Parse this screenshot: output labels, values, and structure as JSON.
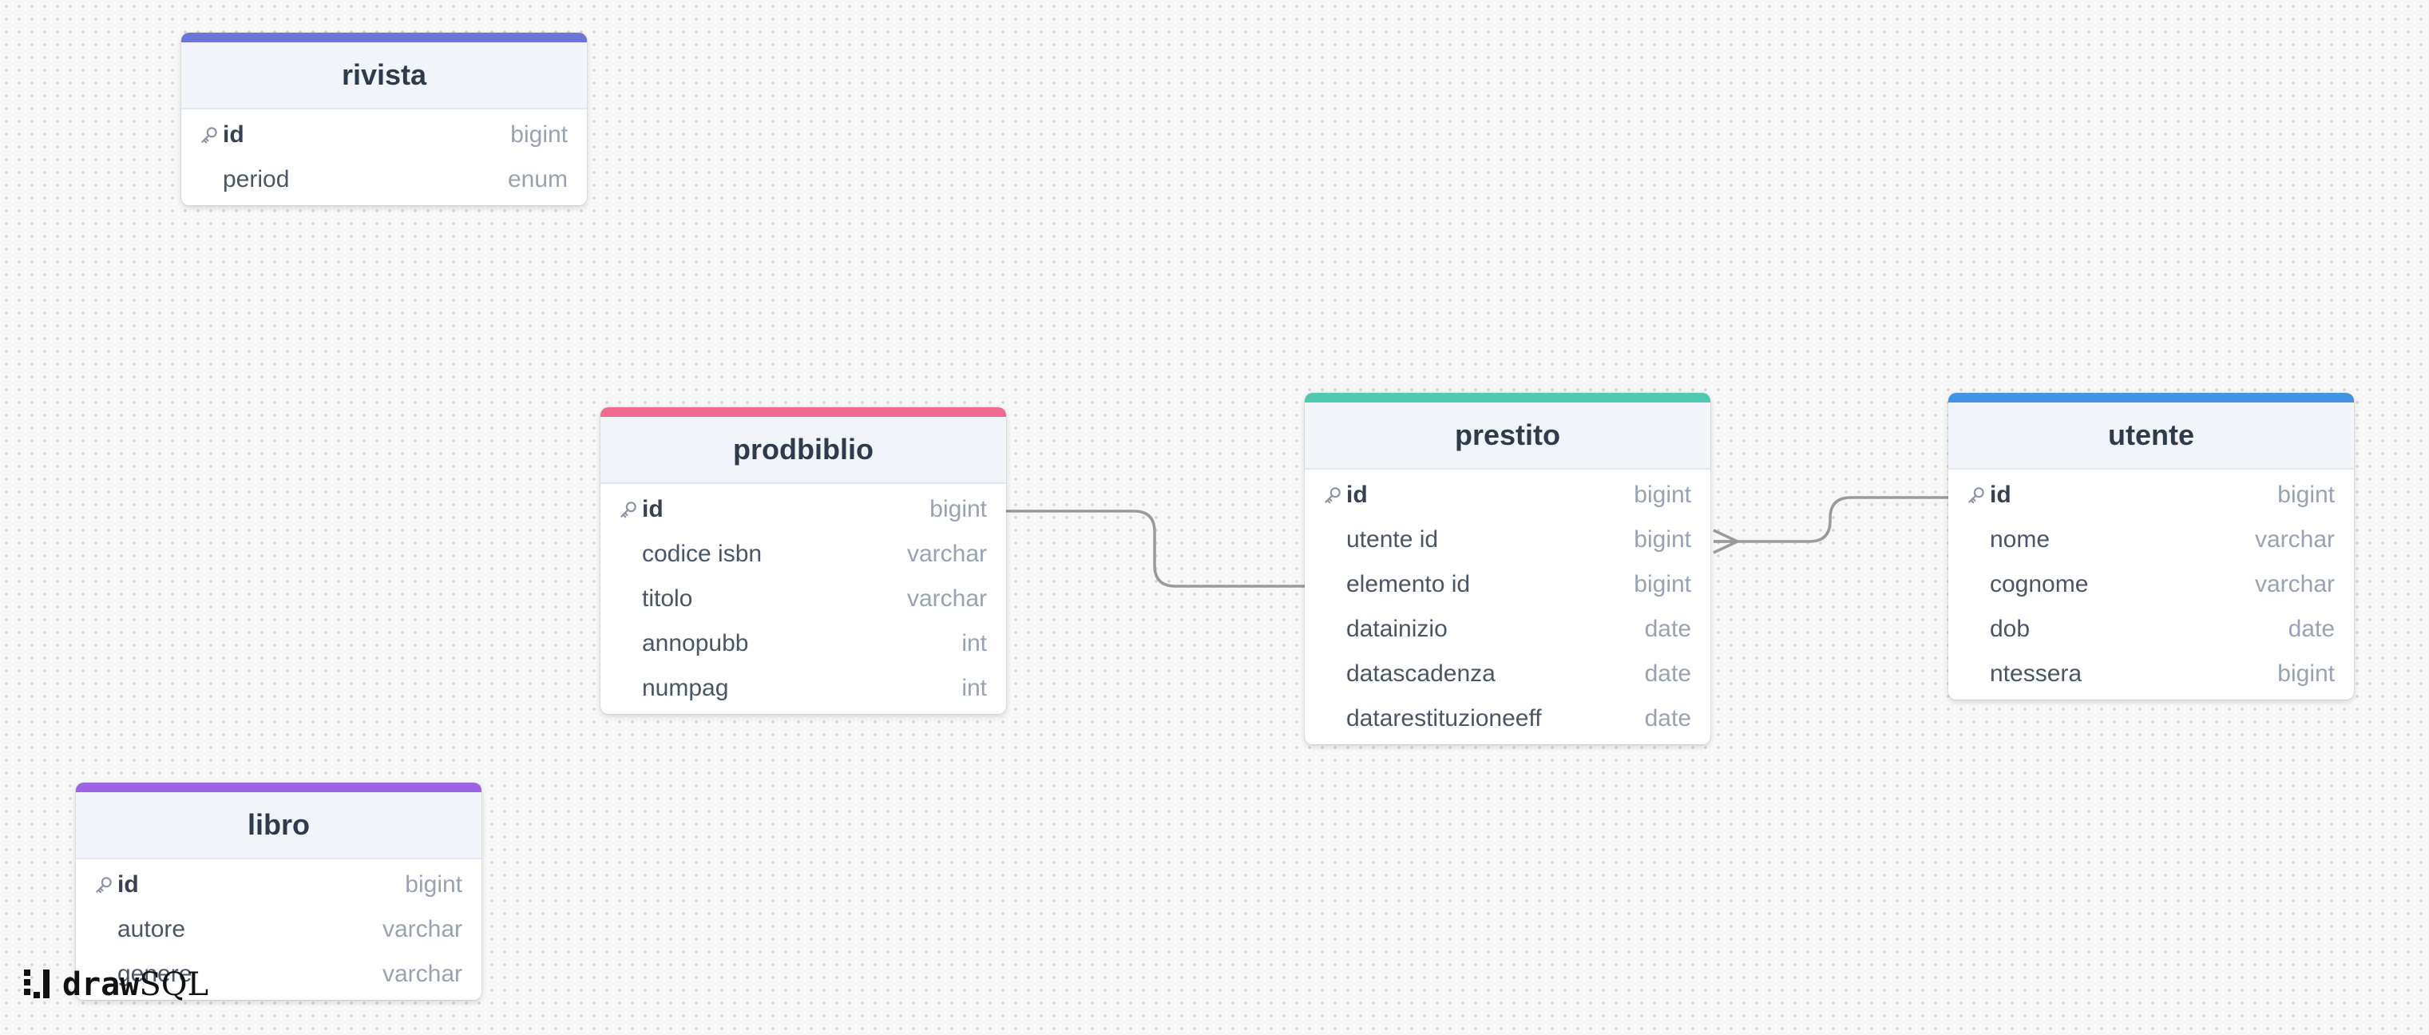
{
  "tables": {
    "rivista": {
      "name": "rivista",
      "color": "#6b74d8",
      "fields": [
        {
          "name": "id",
          "type": "bigint",
          "pk": true
        },
        {
          "name": "period",
          "type": "enum",
          "pk": false
        }
      ]
    },
    "prodbiblio": {
      "name": "prodbiblio",
      "color": "#f06a8f",
      "fields": [
        {
          "name": "id",
          "type": "bigint",
          "pk": true
        },
        {
          "name": "codice isbn",
          "type": "varchar",
          "pk": false
        },
        {
          "name": "titolo",
          "type": "varchar",
          "pk": false
        },
        {
          "name": "annopubb",
          "type": "int",
          "pk": false
        },
        {
          "name": "numpag",
          "type": "int",
          "pk": false
        }
      ]
    },
    "prestito": {
      "name": "prestito",
      "color": "#4ec9b0",
      "fields": [
        {
          "name": "id",
          "type": "bigint",
          "pk": true
        },
        {
          "name": "utente id",
          "type": "bigint",
          "pk": false
        },
        {
          "name": "elemento id",
          "type": "bigint",
          "pk": false
        },
        {
          "name": "datainizio",
          "type": "date",
          "pk": false
        },
        {
          "name": "datascadenza",
          "type": "date",
          "pk": false
        },
        {
          "name": "datarestituzioneeff",
          "type": "date",
          "pk": false
        }
      ]
    },
    "utente": {
      "name": "utente",
      "color": "#3f93e0",
      "fields": [
        {
          "name": "id",
          "type": "bigint",
          "pk": true
        },
        {
          "name": "nome",
          "type": "varchar",
          "pk": false
        },
        {
          "name": "cognome",
          "type": "varchar",
          "pk": false
        },
        {
          "name": "dob",
          "type": "date",
          "pk": false
        },
        {
          "name": "ntessera",
          "type": "bigint",
          "pk": false
        }
      ]
    },
    "libro": {
      "name": "libro",
      "color": "#9b63e4",
      "fields": [
        {
          "name": "id",
          "type": "bigint",
          "pk": true
        },
        {
          "name": "autore",
          "type": "varchar",
          "pk": false
        },
        {
          "name": "genere",
          "type": "varchar",
          "pk": false
        }
      ]
    }
  },
  "relations": [
    {
      "from_table": "prodbiblio",
      "from_field": "id",
      "to_table": "prestito",
      "to_field": "elemento id",
      "cardinality": "one-to-one"
    },
    {
      "from_table": "utente",
      "from_field": "id",
      "to_table": "prestito",
      "to_field": "utente id",
      "cardinality": "one-to-many"
    }
  ],
  "logo": {
    "draw": "draw",
    "sql": "SQL"
  },
  "connector_color": "#9a9a9a",
  "icons": {
    "primary_key": "key-icon",
    "logo_mark": "drawsql-logo-icon"
  }
}
